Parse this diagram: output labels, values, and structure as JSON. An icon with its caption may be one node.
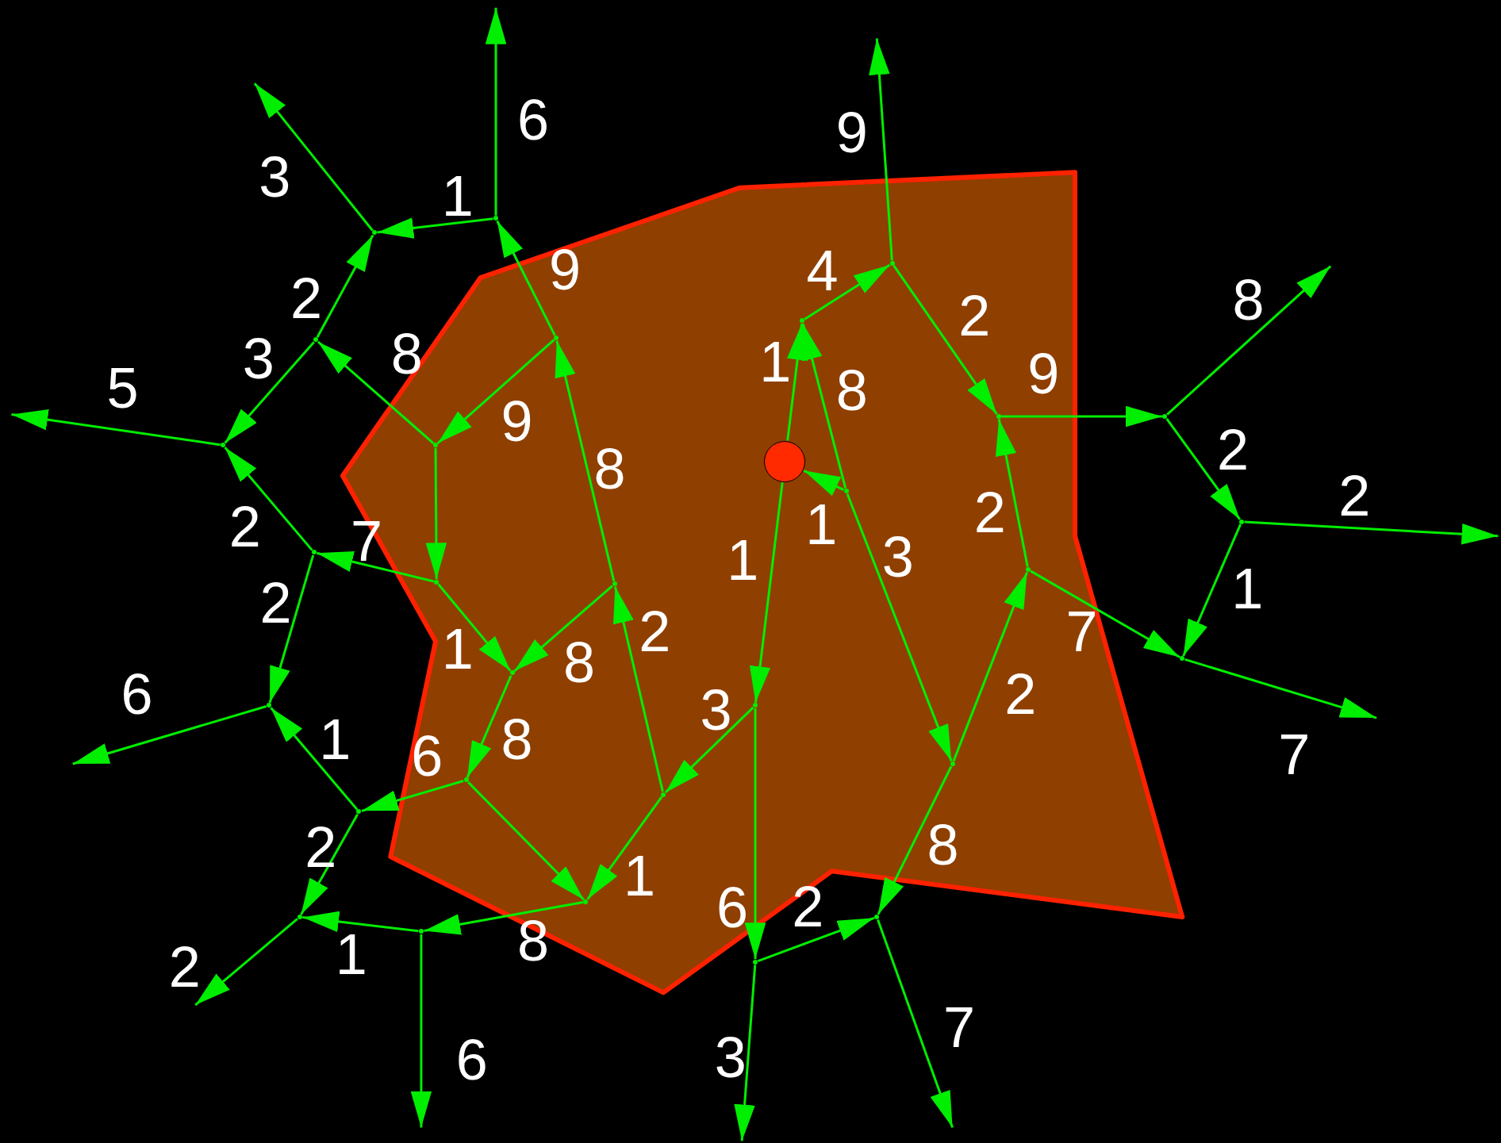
{
  "diagram": {
    "nodes": [
      {
        "text": [],
        "shape": "point"
      },
      {
        "text": [],
        "shape": "point"
      },
      {
        "text": [],
        "shape": "point"
      },
      {
        "text": [],
        "shape": "point"
      },
      {
        "text": [],
        "shape": "point"
      },
      {
        "text": [],
        "shape": "point"
      },
      {
        "text": [],
        "shape": "point"
      },
      {
        "text": [],
        "shape": "point"
      },
      {
        "text": [],
        "shape": "point"
      },
      {
        "text": [],
        "shape": "point"
      },
      {
        "text": [],
        "shape": "circle"
      },
      {
        "text": [],
        "shape": "point"
      },
      {
        "text": [],
        "shape": "point"
      },
      {
        "text": [],
        "shape": "point"
      },
      {
        "text": [],
        "shape": "point"
      },
      {
        "text": [],
        "shape": "point"
      },
      {
        "text": [],
        "shape": "point"
      },
      {
        "text": [],
        "shape": "point"
      },
      {
        "text": [],
        "shape": "point"
      },
      {
        "text": [],
        "shape": "point"
      },
      {
        "text": [],
        "shape": "point"
      },
      {
        "text": [],
        "shape": "point"
      },
      {
        "text": [],
        "shape": "point"
      },
      {
        "text": [],
        "shape": "point"
      },
      {
        "text": [],
        "shape": "point"
      },
      {
        "text": [],
        "shape": "point"
      },
      {
        "text": [],
        "shape": "point"
      },
      {
        "text": [],
        "shape": "point"
      },
      {
        "text": [],
        "shape": "point"
      },
      {
        "text": [],
        "shape": "point"
      }
    ],
    "edges": [
      {
        "from": 0,
        "to": null,
        "arrow": "to",
        "label": "6"
      },
      {
        "from": 0,
        "to": 2,
        "arrow": "to",
        "label": "1"
      },
      {
        "from": 2,
        "to": null,
        "arrow": "to",
        "label": "3"
      },
      {
        "from": 5,
        "to": 2,
        "arrow": "to",
        "label": "2"
      },
      {
        "from": 5,
        "to": 8,
        "arrow": "to",
        "label": "3"
      },
      {
        "from": 9,
        "to": 5,
        "arrow": "to",
        "label": "8"
      },
      {
        "from": 8,
        "to": null,
        "arrow": "to",
        "label": "5"
      },
      {
        "from": 4,
        "to": 0,
        "arrow": "to",
        "label": "9"
      },
      {
        "from": 4,
        "to": 9,
        "arrow": "to",
        "label": "9"
      },
      {
        "from": 16,
        "to": 4,
        "arrow": "to",
        "label": "8"
      },
      {
        "from": 13,
        "to": 8,
        "arrow": "to",
        "label": "2"
      },
      {
        "from": 13,
        "to": 19,
        "arrow": "to",
        "label": "2"
      },
      {
        "from": 15,
        "to": 13,
        "arrow": "to",
        "label": "7"
      },
      {
        "from": 9,
        "to": 15,
        "arrow": "to"
      },
      {
        "from": 15,
        "to": 18,
        "arrow": "to",
        "label": "1"
      },
      {
        "from": 16,
        "to": 18,
        "arrow": "to",
        "label": "8"
      },
      {
        "from": 18,
        "to": 22,
        "arrow": "to",
        "label": "8"
      },
      {
        "from": 23,
        "to": 16,
        "arrow": "to",
        "label": "2"
      },
      {
        "from": 19,
        "to": null,
        "arrow": "to",
        "label": "6"
      },
      {
        "from": 24,
        "to": 19,
        "arrow": "to",
        "label": "1"
      },
      {
        "from": 22,
        "to": 24,
        "arrow": "to",
        "label": "6"
      },
      {
        "from": 24,
        "to": 26,
        "arrow": "to",
        "label": "2"
      },
      {
        "from": 26,
        "to": null,
        "arrow": "to",
        "label": "2"
      },
      {
        "from": 22,
        "to": 25,
        "arrow": "to"
      },
      {
        "from": 23,
        "to": 25,
        "arrow": "to",
        "label": "1"
      },
      {
        "from": 25,
        "to": 28,
        "arrow": "to",
        "label": "8"
      },
      {
        "from": 28,
        "to": 26,
        "arrow": "to",
        "label": "1"
      },
      {
        "from": 28,
        "to": null,
        "arrow": "to",
        "label": "6"
      },
      {
        "from": 20,
        "to": 23,
        "arrow": "to",
        "label": "3"
      },
      {
        "from": 10,
        "to": 20,
        "arrow": "to",
        "label": "1"
      },
      {
        "from": 20,
        "to": 29,
        "arrow": "to",
        "label": "6"
      },
      {
        "from": 29,
        "to": null,
        "arrow": "to",
        "label": "3"
      },
      {
        "from": 29,
        "to": 27,
        "arrow": "to",
        "label": "2"
      },
      {
        "from": 21,
        "to": 27,
        "arrow": "to",
        "label": "8"
      },
      {
        "from": 27,
        "to": null,
        "arrow": "to",
        "label": "7"
      },
      {
        "from": 11,
        "to": 21,
        "arrow": "to",
        "label": "3"
      },
      {
        "from": 21,
        "to": 14,
        "arrow": "to",
        "label": "2"
      },
      {
        "from": 14,
        "to": 6,
        "arrow": "to",
        "label": "2"
      },
      {
        "from": 14,
        "to": 17,
        "arrow": "to",
        "label": "7"
      },
      {
        "from": 1,
        "to": 6,
        "arrow": "to",
        "label": "2"
      },
      {
        "from": 6,
        "to": 7,
        "arrow": "to",
        "label": "9"
      },
      {
        "from": 1,
        "to": null,
        "arrow": "to",
        "label": "9"
      },
      {
        "from": 3,
        "to": 1,
        "arrow": "to",
        "label": "4"
      },
      {
        "from": 10,
        "to": 3,
        "arrow": "to",
        "label": "1"
      },
      {
        "from": 11,
        "to": 3,
        "arrow": "to",
        "label": "8"
      },
      {
        "from": 11,
        "to": 10,
        "arrow": "to",
        "label": "1"
      },
      {
        "from": 7,
        "to": null,
        "arrow": "to",
        "label": "8"
      },
      {
        "from": 7,
        "to": 12,
        "arrow": "to",
        "label": "2"
      },
      {
        "from": 12,
        "to": null,
        "arrow": "to",
        "label": "2"
      },
      {
        "from": 12,
        "to": 17,
        "arrow": "to",
        "label": "1"
      },
      {
        "from": 17,
        "to": null,
        "arrow": "to",
        "label": "7"
      }
    ]
  }
}
